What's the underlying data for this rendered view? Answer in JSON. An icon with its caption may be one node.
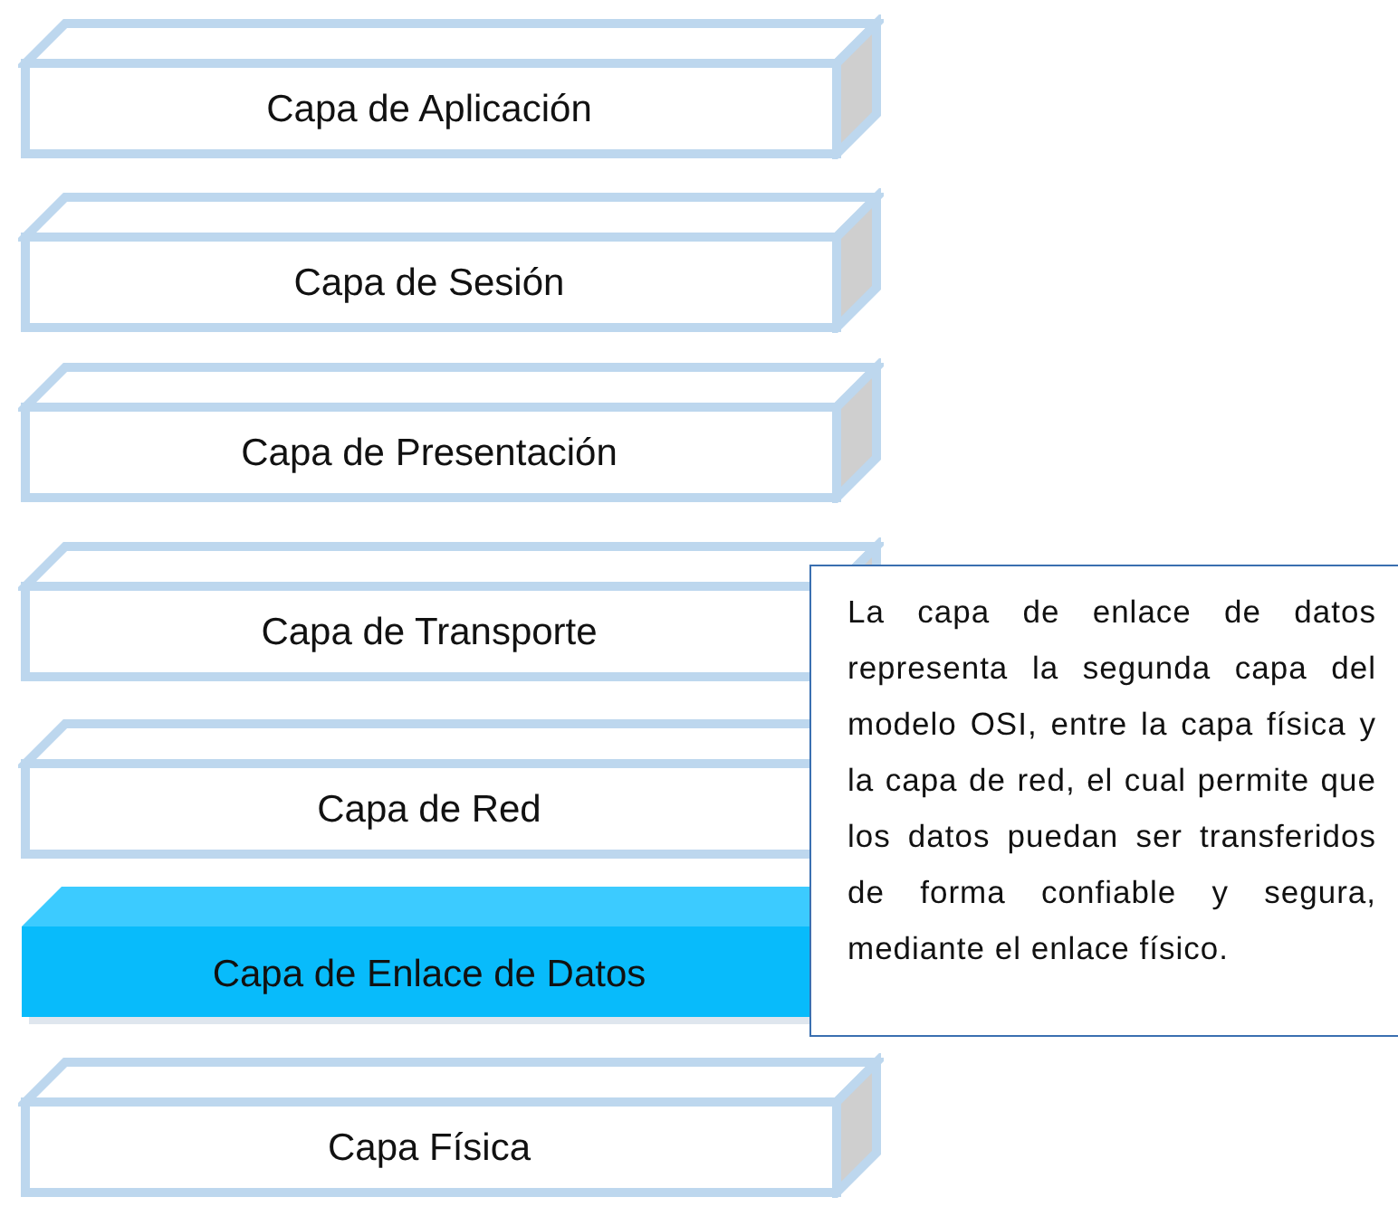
{
  "diagram": {
    "nodes": [
      {
        "text": [
          "Capa de Aplicación"
        ]
      },
      {
        "text": [
          "Capa de Sesión"
        ]
      },
      {
        "text": [
          "Capa de Presentación"
        ]
      },
      {
        "text": [
          "Capa de Transporte"
        ]
      },
      {
        "text": [
          "Capa de Red"
        ]
      },
      {
        "text": [
          "Capa de Enlace de Datos"
        ]
      },
      {
        "text": [
          "Capa Física"
        ]
      },
      {
        "text": [
          "La capa de enlace de datos representa la segunda capa del modelo OSI, entre la capa física y la capa de red, el cual permite que los datos puedan ser transferidos de forma confiable y segura, mediante el enlace físico."
        ]
      }
    ],
    "edges": []
  }
}
